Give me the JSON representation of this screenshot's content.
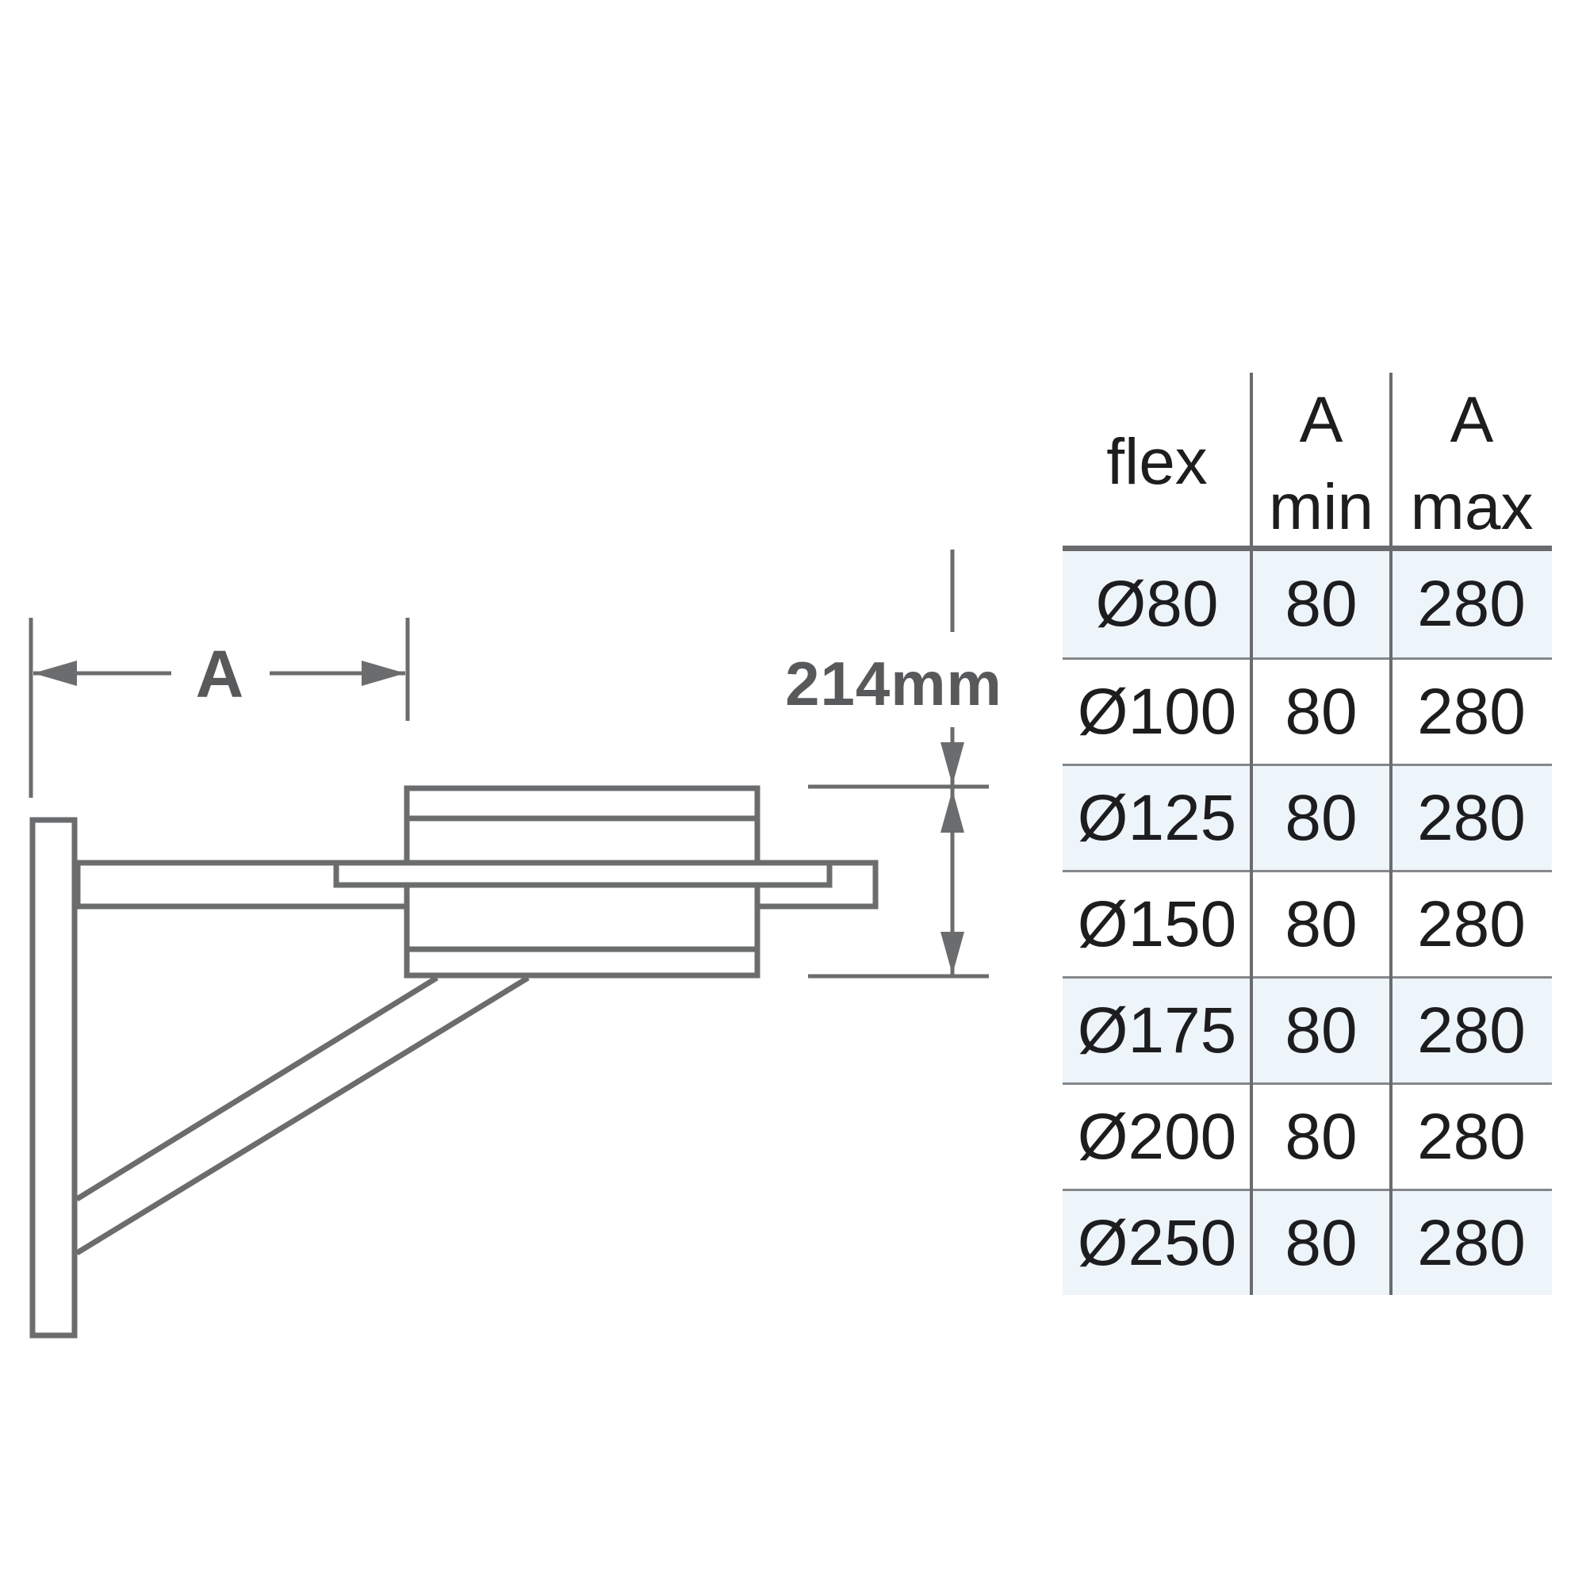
{
  "drawing": {
    "dim_width_label": "A",
    "dim_height_label": "214mm"
  },
  "table": {
    "header": {
      "flex": "flex",
      "min_top": "A",
      "min_bottom": "min",
      "max_top": "A",
      "max_bottom": "max"
    },
    "rows": [
      {
        "flex": "Ø80",
        "min": "80",
        "max": "280"
      },
      {
        "flex": "Ø100",
        "min": "80",
        "max": "280"
      },
      {
        "flex": "Ø125",
        "min": "80",
        "max": "280"
      },
      {
        "flex": "Ø150",
        "min": "80",
        "max": "280"
      },
      {
        "flex": "Ø175",
        "min": "80",
        "max": "280"
      },
      {
        "flex": "Ø200",
        "min": "80",
        "max": "280"
      },
      {
        "flex": "Ø250",
        "min": "80",
        "max": "280"
      }
    ]
  },
  "colors": {
    "line": "#6b6c6e",
    "dim_text": "#58595b",
    "table_line": "#6a6b6d",
    "row_sep": "#85878a",
    "stripe": "#eef5fa",
    "ink": "#1d1d1f"
  }
}
